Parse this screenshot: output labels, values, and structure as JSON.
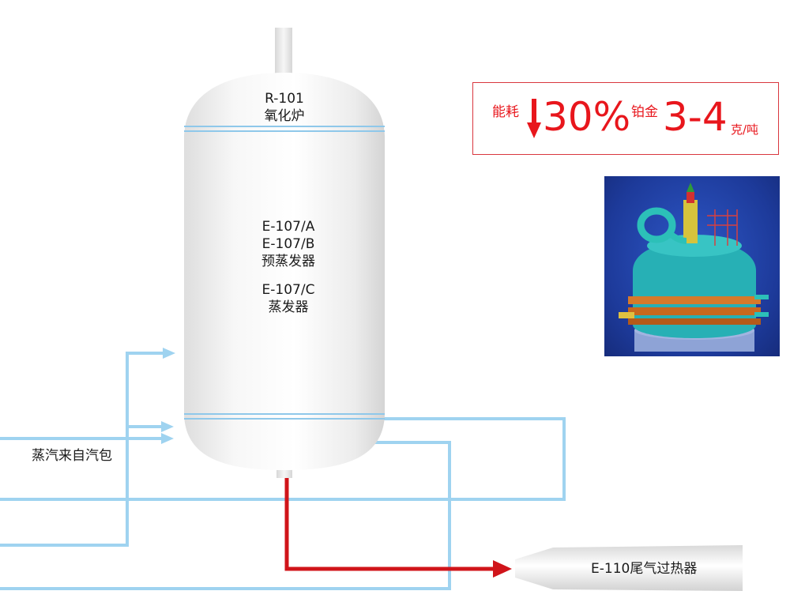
{
  "vessel": {
    "top_label_line1": "R-101",
    "top_label_line2": "氧化炉",
    "mid_label_line1": "E-107/A",
    "mid_label_line2": "E-107/B",
    "mid_label_line3": "预蒸发器",
    "mid_label_line4": "E-107/C",
    "mid_label_line5": "蒸发器"
  },
  "steam_label": "蒸汽来自汽包",
  "superheater_label": "E-110尾气过热器",
  "spec": {
    "energy_label": "能耗",
    "energy_value": "30%",
    "platinum_label": "铂金",
    "platinum_value": "3-4",
    "platinum_unit": "克/吨"
  },
  "colors": {
    "steam_line": "#9fd3f0",
    "hot_line": "#d0141a",
    "accent_red": "#e8161c"
  }
}
